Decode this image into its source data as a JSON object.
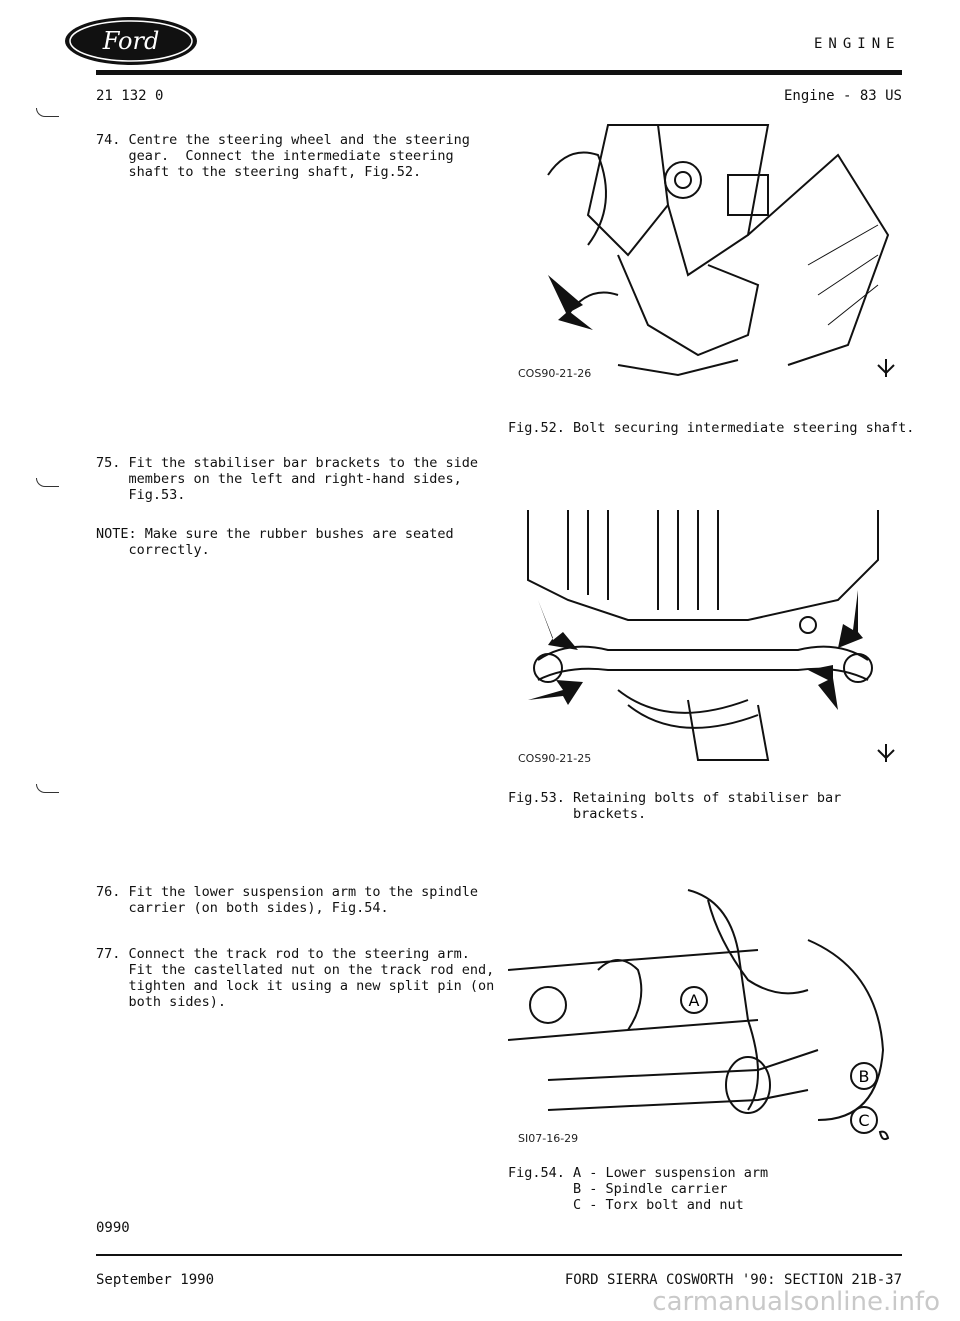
{
  "header": {
    "logo_text": "Ford",
    "section_title": "ENGINE",
    "doc_number": "21 132 0",
    "engine_label": "Engine - 83 US"
  },
  "steps": [
    {
      "id": "74",
      "text": "74. Centre the steering wheel and the steering\n    gear.  Connect the intermediate steering\n    shaft to the steering shaft, Fig.52."
    },
    {
      "id": "75",
      "text": "75. Fit the stabiliser bar brackets to the side\n    members on the left and right-hand sides,\n    Fig.53."
    },
    {
      "id": "note",
      "text": "NOTE: Make sure the rubber bushes are seated\n    correctly."
    },
    {
      "id": "76",
      "text": "76. Fit the lower suspension arm to the spindle\n    carrier (on both sides), Fig.54."
    },
    {
      "id": "77",
      "text": "77. Connect the track rod to the steering arm.\n    Fit the castellated nut on the track rod end,\n    tighten and lock it using a new split pin (on\n    both sides)."
    }
  ],
  "figures": [
    {
      "code": "COS90-21-26",
      "caption": "Fig.52. Bolt securing intermediate steering shaft."
    },
    {
      "code": "COS90-21-25",
      "caption": "Fig.53. Retaining bolts of stabiliser bar\n        brackets."
    },
    {
      "code": "SI07-16-29",
      "caption": "Fig.54. A - Lower suspension arm\n        B - Spindle carrier\n        C - Torx bolt and nut",
      "labels": [
        "A",
        "B",
        "C"
      ]
    }
  ],
  "footer": {
    "page_code": "0990",
    "date": "September 1990",
    "reference": "FORD SIERRA COSWORTH '90: SECTION 21B-37"
  },
  "watermark": "carmanualsonline.info"
}
